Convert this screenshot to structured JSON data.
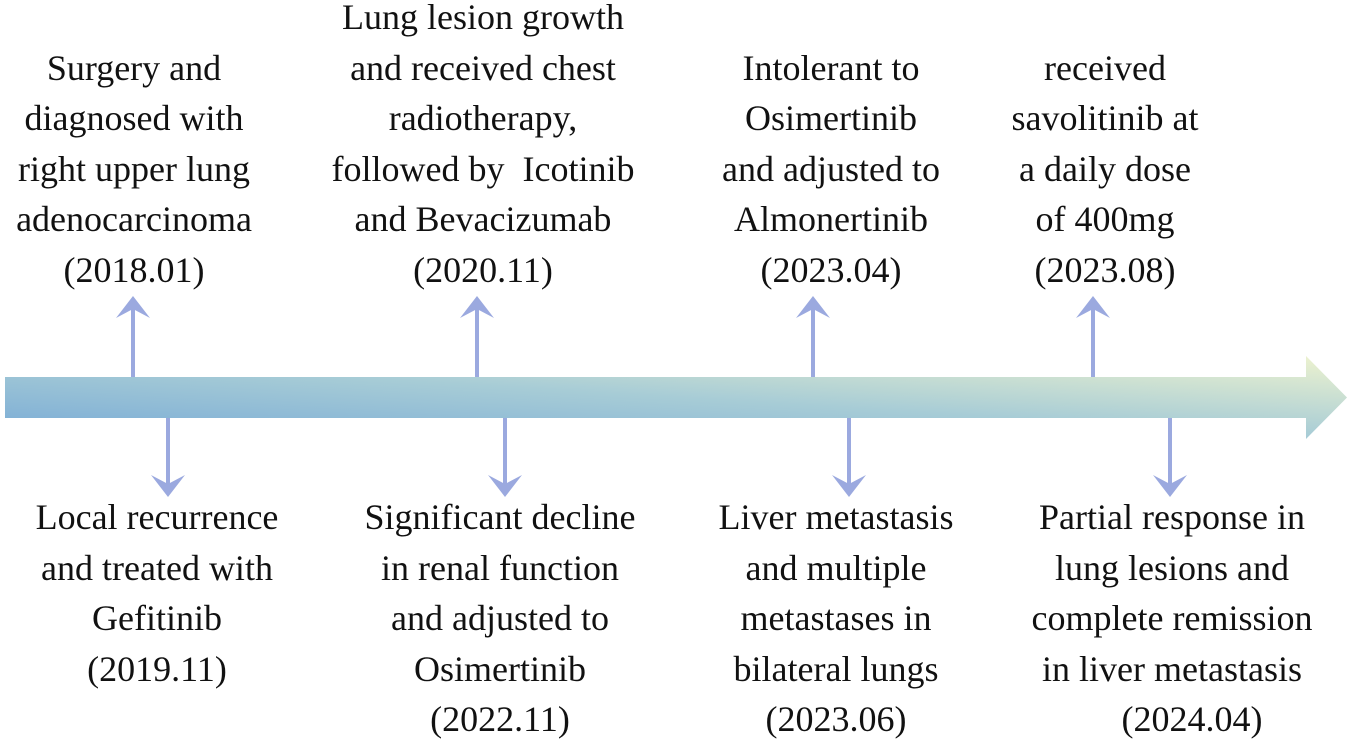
{
  "diagram": {
    "type": "timeline",
    "colors": {
      "bar_start": "#78AAD6",
      "bar_mid": "#A7CCD6",
      "bar_end": "#EEF3CF",
      "connector": "#9BA9DF",
      "text": "#111111"
    },
    "events_above": [
      {
        "lines": [
          "Surgery and",
          "diagnosed with",
          "right upper lung",
          "adenocarcinoma"
        ],
        "date": "(2018.01)"
      },
      {
        "lines": [
          "Lung lesion growth",
          "and received chest",
          "radiotherapy,",
          "followed by  Icotinib",
          "and Bevacizumab"
        ],
        "date": "(2020.11)"
      },
      {
        "lines": [
          "Intolerant to",
          "Osimertinib",
          "and adjusted to",
          "Almonertinib"
        ],
        "date": "(2023.04)"
      },
      {
        "lines": [
          "received",
          "savolitinib at",
          "a daily dose",
          "of 400mg"
        ],
        "date": "(2023.08)"
      }
    ],
    "events_below": [
      {
        "lines": [
          "Local recurrence",
          "and treated with",
          "Gefitinib"
        ],
        "date": "(2019.11)"
      },
      {
        "lines": [
          "Significant decline",
          "in renal function",
          "and adjusted to",
          "Osimertinib"
        ],
        "date": "(2022.11)"
      },
      {
        "lines": [
          "Liver metastasis",
          "and multiple",
          "metastases in",
          "bilateral lungs"
        ],
        "date": "(2023.06)"
      },
      {
        "lines": [
          "Partial response in",
          "lung lesions and",
          "complete remission",
          "in liver metastasis"
        ],
        "date": "(2024.04)"
      }
    ]
  }
}
